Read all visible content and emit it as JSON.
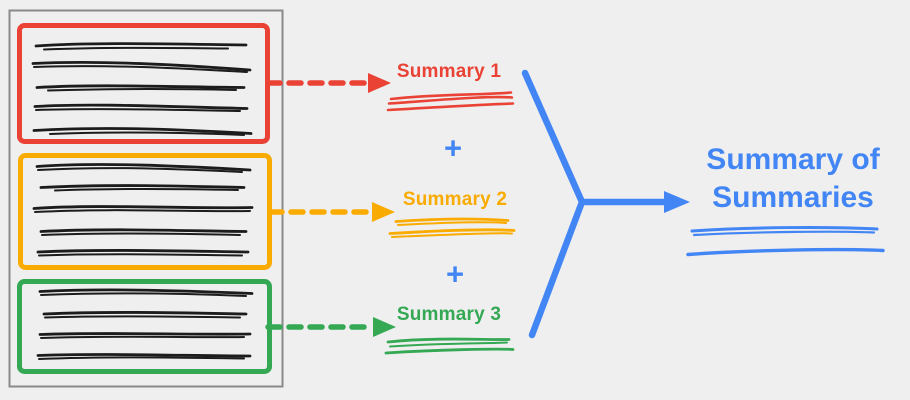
{
  "diagram": {
    "description": "Map-reduce summarization diagram: a long document split into three chunks, each chunk summarized, summaries combined into a summary of summaries",
    "labels": {
      "summary1": "Summary 1",
      "plus1": "+",
      "summary2": "Summary 2",
      "plus2": "+",
      "summary3": "Summary 3",
      "title_line1": "Summary of",
      "title_line2": "Summaries"
    },
    "document": {
      "chunks": [
        {
          "id": "chunk-1",
          "color": "#EA4335",
          "text_line_count": 5
        },
        {
          "id": "chunk-2",
          "color": "#FAAB00",
          "text_line_count": 5
        },
        {
          "id": "chunk-3",
          "color": "#34A853",
          "text_line_count": 4
        }
      ]
    },
    "icons": {
      "chunk1_arrow": "dashed-arrow-right",
      "chunk2_arrow": "dashed-arrow-right",
      "chunk3_arrow": "dashed-arrow-right",
      "merge_arrow": "three-way-merge-arrow-right"
    },
    "colors": {
      "red": "#EA4335",
      "orange": "#FAAB00",
      "green": "#34A853",
      "blue": "#4285F4",
      "gray_border": "#8A8A8A",
      "ink": "#1C1C1C",
      "background": "#EFEFF0"
    }
  }
}
